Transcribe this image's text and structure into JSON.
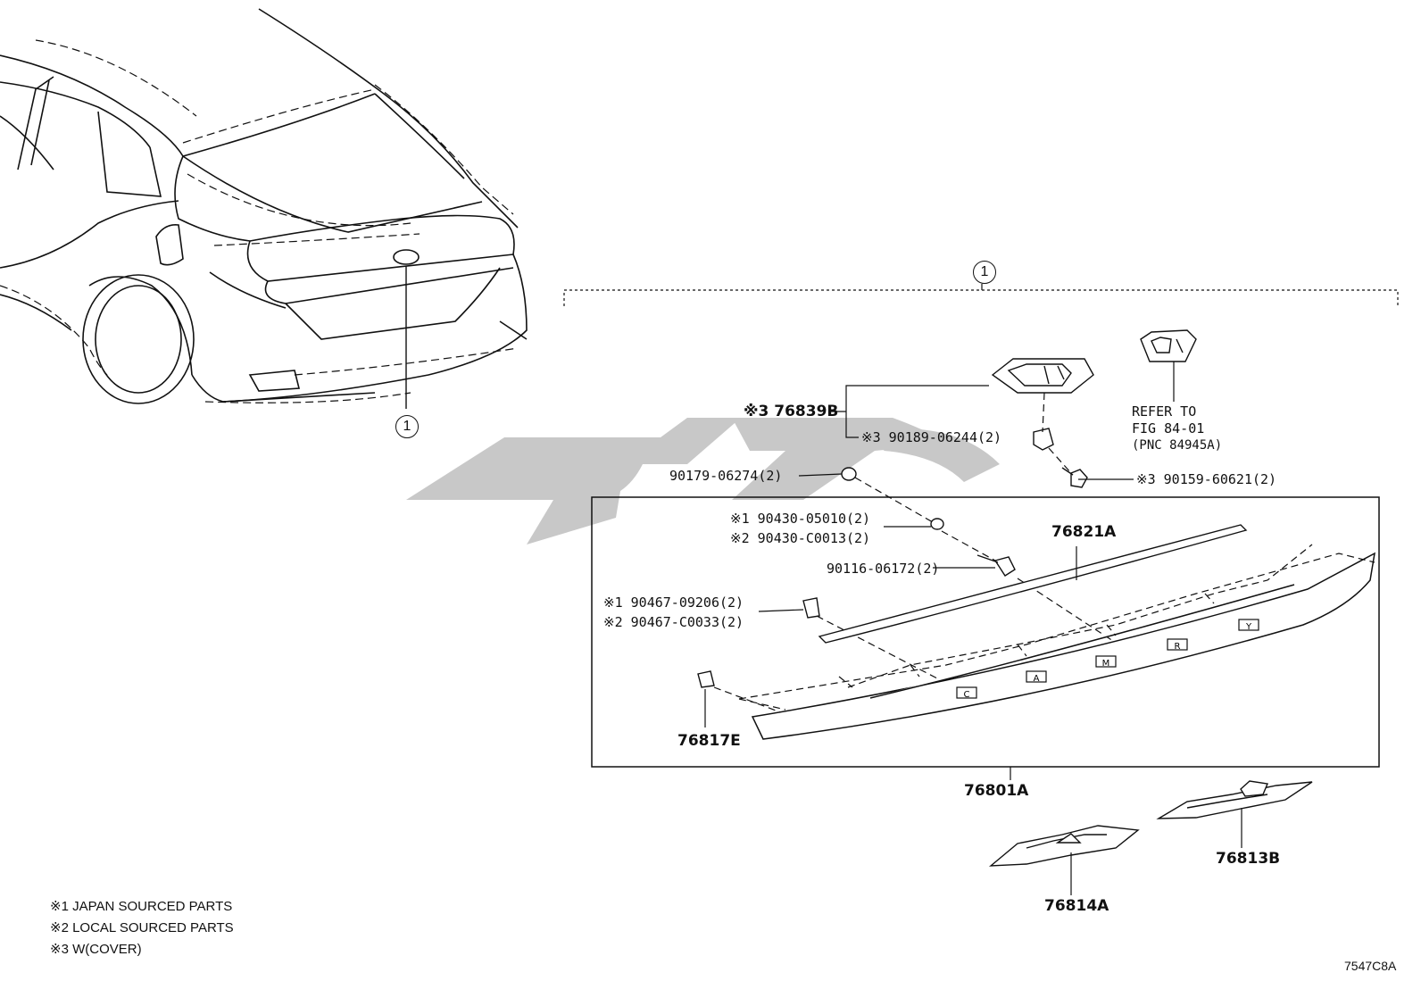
{
  "callout": "1",
  "labels": {
    "p76839B": "※3 76839B",
    "p90189": "※3 90189-06244(2)",
    "p90159": "※3 90159-60621(2)",
    "p90179": "90179-06274(2)",
    "p90430a": "※1 90430-05010(2)",
    "p90430b": "※2 90430-C0013(2)",
    "p90116": "90116-06172(2)",
    "p90467a": "※1 90467-09206(2)",
    "p90467b": "※2 90467-C0033(2)",
    "p76821A": "76821A",
    "p76817E": "76817E",
    "p76801A": "76801A",
    "p76814A": "76814A",
    "p76813B": "76813B"
  },
  "refer": {
    "line1": "REFER TO",
    "line2": "FIG 84-01",
    "line3": "(PNC 84945A)"
  },
  "garnish_letters": [
    "C",
    "A",
    "M",
    "R",
    "Y"
  ],
  "notes": [
    "※1 JAPAN SOURCED PARTS",
    "※2 LOCAL SOURCED PARTS",
    "※3 W(COVER)"
  ],
  "diagram_code": "7547C8A",
  "watermark_color": "#c8c8c8"
}
